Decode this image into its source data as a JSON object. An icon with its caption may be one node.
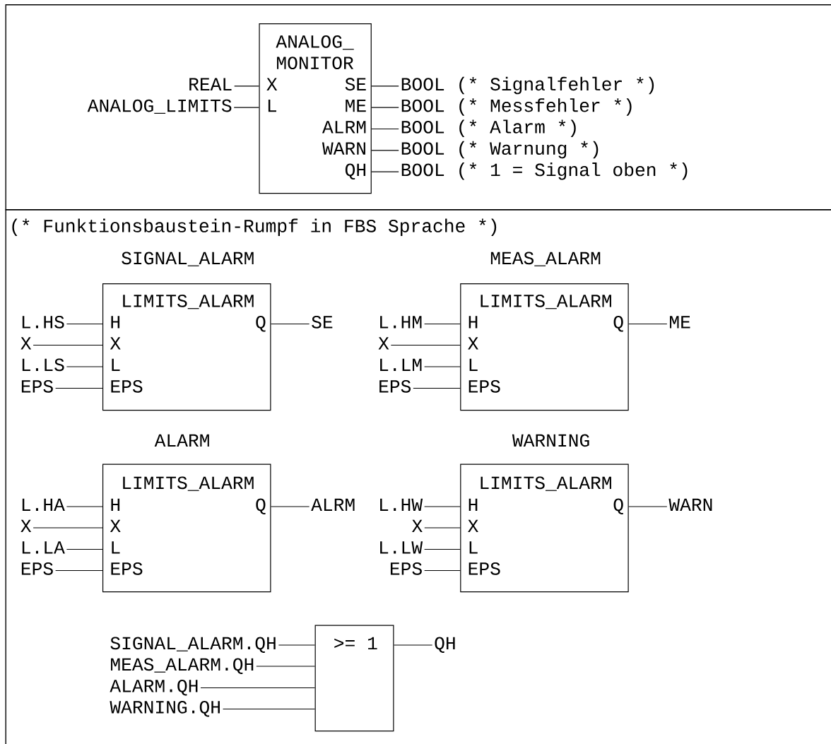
{
  "diagram": {
    "nodes": [
      {
        "text": [],
        "shape": "box"
      },
      {
        "text": [
          "ANALOG_ MONITOR",
          "X",
          "L",
          "SE",
          "ME",
          "ALRM",
          "WARN",
          "QH"
        ],
        "in": 0
      },
      {
        "text": [
          "REAL"
        ],
        "in": 0
      },
      {
        "text": [
          "ANALOG_LIMITS"
        ],
        "in": 0
      },
      {
        "text": [
          "BOOL"
        ],
        "beside": [
          "(* Signalfehler *)"
        ],
        "in": 0
      },
      {
        "text": [
          "BOOL"
        ],
        "beside": [
          "(* Messfehler *)"
        ],
        "in": 0
      },
      {
        "text": [
          "BOOL"
        ],
        "beside": [
          "(* Alarm *)"
        ],
        "in": 0
      },
      {
        "text": [
          "BOOL"
        ],
        "beside": [
          "(* Warnung *)"
        ],
        "in": 0
      },
      {
        "text": [
          "BOOL"
        ],
        "beside": [
          "(* 1 = Signal oben *)"
        ],
        "in": 0
      },
      {
        "text": [
          "(* Funktionsbaustein-Rumpf in FBS Sprache *)"
        ]
      },
      {
        "text": [
          "SIGNAL_ALARM",
          "LIMITS_ALARM",
          "H",
          "X",
          "L",
          "EPS",
          "Q"
        ],
        "in": 9
      },
      {
        "text": [
          "L.HS"
        ],
        "in": 9
      },
      {
        "text": [
          "X"
        ],
        "in": 9
      },
      {
        "text": [
          "L.LS"
        ],
        "in": 9
      },
      {
        "text": [
          "EPS"
        ],
        "in": 9
      },
      {
        "text": [
          "SE"
        ],
        "in": 9
      },
      {
        "text": [
          "MEAS_ALARM",
          "LIMITS_ALARM",
          "H",
          "X",
          "L",
          "EPS",
          "Q"
        ],
        "in": 9
      },
      {
        "text": [
          "L.HM"
        ],
        "in": 9
      },
      {
        "text": [
          "X"
        ],
        "in": 9
      },
      {
        "text": [
          "L.LM"
        ],
        "in": 9
      },
      {
        "text": [
          "EPS"
        ],
        "in": 9
      },
      {
        "text": [
          "ME"
        ],
        "in": 9
      },
      {
        "text": [
          "ALARM",
          "LIMITS_ALARM",
          "H",
          "X",
          "L",
          "EPS",
          "Q"
        ],
        "in": 9
      },
      {
        "text": [
          "L.HA"
        ],
        "in": 9
      },
      {
        "text": [
          "X"
        ],
        "in": 9
      },
      {
        "text": [
          "L.LA"
        ],
        "in": 9
      },
      {
        "text": [
          "EPS"
        ],
        "in": 9
      },
      {
        "text": [
          "ALRM"
        ],
        "in": 9
      },
      {
        "text": [
          "WARNING",
          "LIMITS_ALARM",
          "H",
          "X",
          "L",
          "EPS",
          "Q"
        ],
        "in": 9
      },
      {
        "text": [
          "L.HW"
        ],
        "in": 9
      },
      {
        "text": [
          "X"
        ],
        "in": 9
      },
      {
        "text": [
          "L.LW"
        ],
        "in": 9
      },
      {
        "text": [
          "EPS"
        ],
        "in": 9
      },
      {
        "text": [
          "WARN"
        ],
        "in": 9
      },
      {
        "text": [
          ">= 1"
        ],
        "in": 9
      },
      {
        "text": [
          "SIGNAL_ALARM.QH"
        ],
        "in": 9
      },
      {
        "text": [
          "MEAS_ALARM.QH"
        ],
        "in": 9
      },
      {
        "text": [
          "ALARM.QH"
        ],
        "in": 9
      },
      {
        "text": [
          "WARNING.QH"
        ],
        "in": 9
      },
      {
        "text": [
          "QH"
        ],
        "in": 9
      }
    ],
    "edges": [
      {
        "from": 2,
        "to": 1,
        "arrow": "none"
      },
      {
        "from": 3,
        "to": 1,
        "arrow": "none"
      },
      {
        "from": 1,
        "to": 4,
        "arrow": "none"
      },
      {
        "from": 1,
        "to": 5,
        "arrow": "none"
      },
      {
        "from": 1,
        "to": 6,
        "arrow": "none"
      },
      {
        "from": 1,
        "to": 7,
        "arrow": "none"
      },
      {
        "from": 1,
        "to": 8,
        "arrow": "none"
      },
      {
        "from": 11,
        "to": 10,
        "arrow": "none"
      },
      {
        "from": 12,
        "to": 10,
        "arrow": "none"
      },
      {
        "from": 13,
        "to": 10,
        "arrow": "none"
      },
      {
        "from": 14,
        "to": 10,
        "arrow": "none"
      },
      {
        "from": 10,
        "to": 15,
        "arrow": "none"
      },
      {
        "from": 17,
        "to": 16,
        "arrow": "none"
      },
      {
        "from": 18,
        "to": 16,
        "arrow": "none"
      },
      {
        "from": 19,
        "to": 16,
        "arrow": "none"
      },
      {
        "from": 20,
        "to": 16,
        "arrow": "none"
      },
      {
        "from": 16,
        "to": 21,
        "arrow": "none"
      },
      {
        "from": 23,
        "to": 22,
        "arrow": "none"
      },
      {
        "from": 24,
        "to": 22,
        "arrow": "none"
      },
      {
        "from": 25,
        "to": 22,
        "arrow": "none"
      },
      {
        "from": 26,
        "to": 22,
        "arrow": "none"
      },
      {
        "from": 22,
        "to": 27,
        "arrow": "none"
      },
      {
        "from": 29,
        "to": 28,
        "arrow": "none"
      },
      {
        "from": 30,
        "to": 28,
        "arrow": "none"
      },
      {
        "from": 31,
        "to": 28,
        "arrow": "none"
      },
      {
        "from": 32,
        "to": 28,
        "arrow": "none"
      },
      {
        "from": 28,
        "to": 33,
        "arrow": "none"
      },
      {
        "from": 35,
        "to": 34,
        "arrow": "none"
      },
      {
        "from": 36,
        "to": 34,
        "arrow": "none"
      },
      {
        "from": 37,
        "to": 34,
        "arrow": "none"
      },
      {
        "from": 38,
        "to": 34,
        "arrow": "none"
      },
      {
        "from": 34,
        "to": 39,
        "arrow": "none"
      }
    ]
  }
}
